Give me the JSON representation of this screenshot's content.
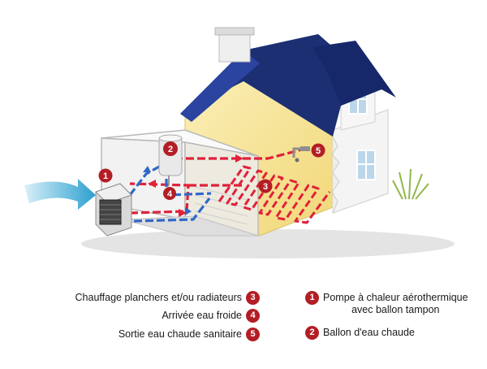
{
  "markers": {
    "m1": "1",
    "m2": "2",
    "m3": "3",
    "m4": "4",
    "m5": "5"
  },
  "legend": {
    "right": [
      {
        "num": "1",
        "lines": [
          "Pompe à chaleur aérothermique",
          "avec ballon tampon"
        ]
      },
      {
        "num": "2",
        "lines": [
          "Ballon d'eau chaude"
        ]
      }
    ],
    "left": [
      {
        "num": "3",
        "text": "Chauffage planchers et/ou radiateurs"
      },
      {
        "num": "4",
        "text": "Arrivée eau froide"
      },
      {
        "num": "5",
        "text": "Sortie eau chaude sanitaire"
      }
    ]
  },
  "colors": {
    "roof": "#1b2f72",
    "wall": "#f7e59a",
    "hot_pipe": "#e0213a",
    "cold_pipe": "#2f68c8",
    "marker": "#b31e25",
    "air_arrow": "#36a9d6"
  }
}
